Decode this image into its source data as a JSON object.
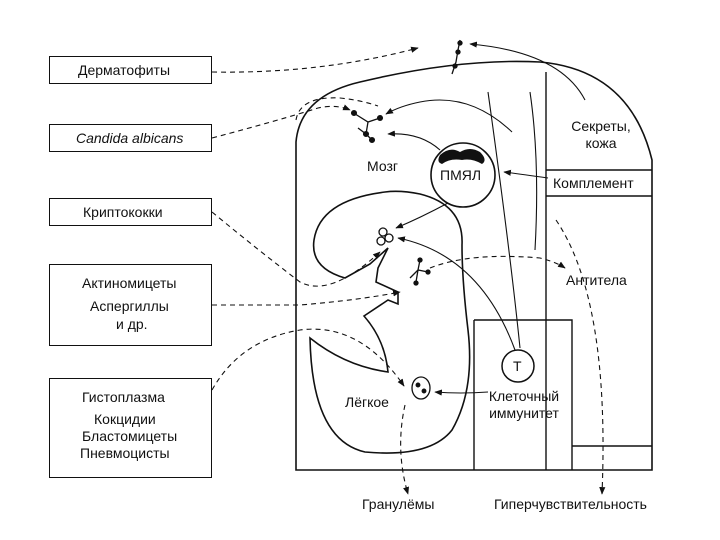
{
  "left_boxes": {
    "dermatophytes": "Дерматофиты",
    "candida": "Candida  albicans",
    "cryptococci": "Криптококки",
    "actinomycetes": "Актиномицеты",
    "aspergilli": "Аспергиллы",
    "and_others": "и др.",
    "histoplasma": "Гистоплазма",
    "coccidia": "Кокцидии",
    "blastomycetes": "Бластомицеты",
    "pneumocysts": "Пневмоцисты"
  },
  "labels": {
    "brain": "Мозг",
    "pmyal": "ПМЯЛ",
    "secretions_line1": "Секреты,",
    "secretions_line2": "кожа",
    "complement": "Комплемент",
    "antibodies": "Антитела",
    "t_cell": "Т",
    "cellular_line1": "Клеточный",
    "cellular_line2": "иммунитет",
    "lung": "Лёгкое",
    "granulomas": "Гранулёмы",
    "hypersensitivity": "Гиперчувствительность"
  }
}
